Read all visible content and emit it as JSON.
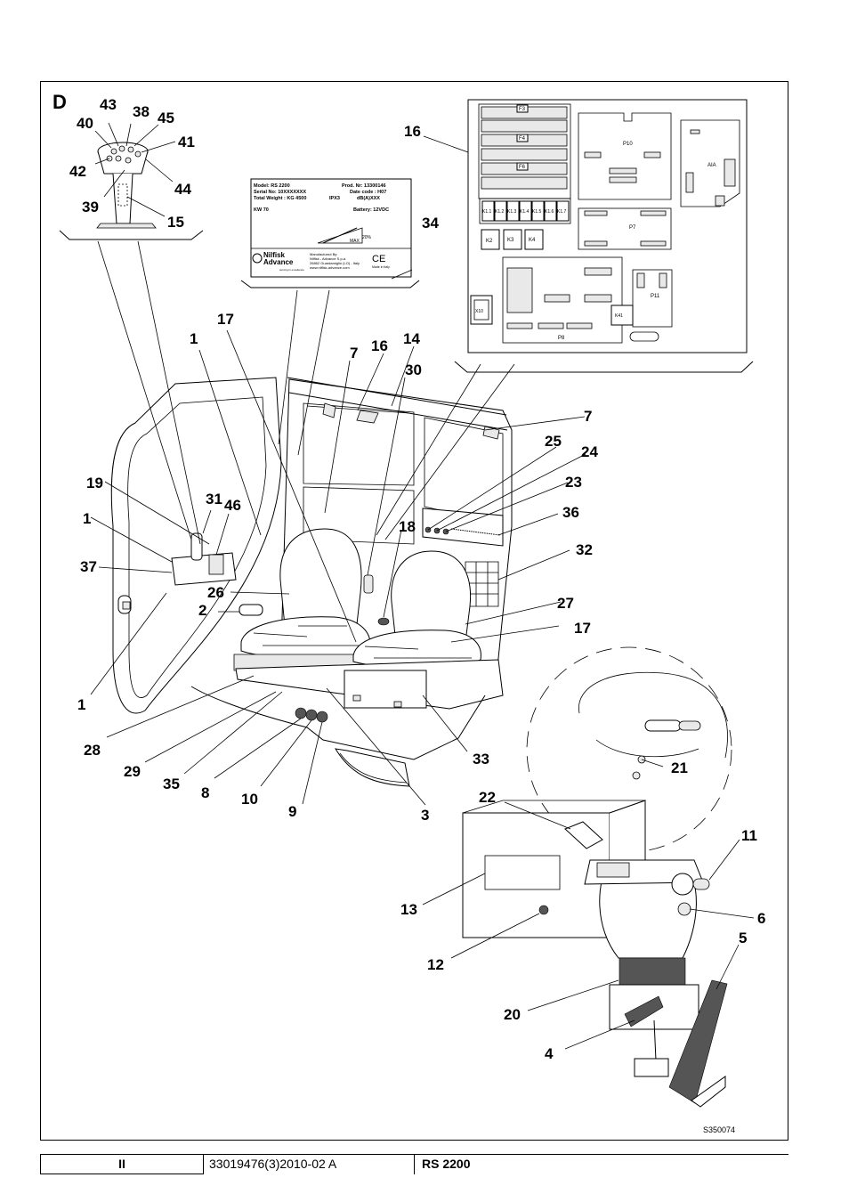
{
  "section_letter": "D",
  "callouts": [
    "1",
    "2",
    "3",
    "4",
    "5",
    "6",
    "7",
    "8",
    "9",
    "10",
    "11",
    "12",
    "13",
    "14",
    "15",
    "16",
    "17",
    "18",
    "19",
    "20",
    "21",
    "22",
    "23",
    "24",
    "25",
    "26",
    "27",
    "28",
    "29",
    "30",
    "31",
    "32",
    "33",
    "34",
    "35",
    "36",
    "37",
    "38",
    "39",
    "40",
    "41",
    "42",
    "43",
    "44",
    "45",
    "46"
  ],
  "nameplate": {
    "model": "Model: RS 2200",
    "prod_nr": "Prod. Nr: 13300146",
    "serial": "Serial No: 10XXXXXXX",
    "date_code": "Date code : H07",
    "weight": "Total Weight : KG 4500",
    "ipx": "IPX3",
    "dba": "dB(A)XXX",
    "kw": "KW 70",
    "battery": "Battery: 12VDC",
    "brand_line1": "Nilfisk",
    "brand_line2": "Advance",
    "tagline": "serving in excellence",
    "mfr_line1": "Manufactured By:",
    "mfr_line2": "Nilfisk - Advance S.p.a.",
    "mfr_line3": "26862 Guardamiglio (LO) - Italy",
    "mfr_line4": "www.nilfisk-advance.com",
    "ce": "CE",
    "made_in": "Made in Italy",
    "slope_max": "MAX",
    "slope_pct": "20%"
  },
  "panel": {
    "fuses": [
      "F3",
      "F4",
      "F6"
    ],
    "relays": [
      "K1.1",
      "K1.2",
      "K1.3",
      "K1.4",
      "K1.5",
      "K1.6",
      "K1.7"
    ],
    "k_blocks": [
      "K2",
      "K3",
      "K4"
    ],
    "boards": [
      "P10",
      "P7",
      "AIA",
      "P11",
      "P8",
      "X10",
      "K41"
    ]
  },
  "drawing_code": "S350074",
  "footer": {
    "page": "II",
    "doc_code": "33019476(3)2010-02 A",
    "model": "RS 2200"
  }
}
